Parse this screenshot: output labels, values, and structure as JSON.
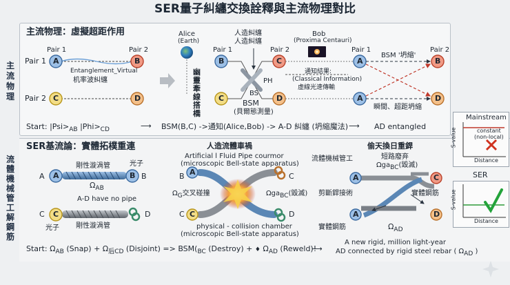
{
  "title": "SER量子糾纏交換詮釋與主流物理對比",
  "side_top": [
    "主",
    "流",
    "物",
    "理"
  ],
  "side_bottom": [
    "流",
    "體",
    "機",
    "械",
    "管",
    "工",
    "解",
    "鋼",
    "筋"
  ],
  "top": {
    "heading": "主流物理：虛擬超距作用",
    "pair1": "Pair 1",
    "pair2": "Pair 2",
    "pair1_b": "Pair 1",
    "pair2_b": "Pair 2",
    "pair1_c": "Pair 1",
    "pair2_c": "Pair 2",
    "node_a": "A",
    "node_b": "B",
    "node_c": "C",
    "node_d": "D",
    "ent_label": "Entanglement_Virtual",
    "ent_label2": "机率波糾纏",
    "alice": "Alice",
    "alice_sub": "(Earth)",
    "ghost_bridge": "幽靈牽線搭橋",
    "human_ent_1": "人造糾纏",
    "human_ent_2": "人造糾纏",
    "bs": "BS",
    "ph": "PH",
    "bsm": "BSM",
    "bsm_sub": "(貝爾態測量)",
    "bob": "Bob",
    "bob_sub": "(Proxima Centauri)",
    "notify_1": "通知結果:",
    "notify_2": "(Classical Information)",
    "notify_3": "虛線光速傳輸",
    "bsm_collapse": "BSM '坍縮'",
    "instant": "瞬間、超距坍縮",
    "start_line_1": "Start: |Psi>",
    "start_ab": "AB",
    "start_line_2": " |Phi>",
    "start_cd": "CD",
    "arrow1": "⟶",
    "mid_line": "BSM(B,C) ->通知(Alice,Bob) -> A-D 糾纏 (坍縮魔法)",
    "arrow2": "⟶",
    "end_line": "AD entangled"
  },
  "charts": {
    "mainstream_title": "Mainstream",
    "constant_1": "constant",
    "constant_2": "(non-local)",
    "ylabel": "S-value",
    "xlabel": "Distance",
    "ser_title": "SER",
    "ylabel2": "S-value",
    "xlabel2": "Distance"
  },
  "bottom": {
    "heading": "SER基流論：實體拓樸重連",
    "rigid_pipe_1": "剛性漩渦管",
    "photon_1": "光子",
    "omega_ab": "Ω",
    "omega_ab_sub": "AB",
    "no_pipe": "A-D have no pipe",
    "photon_2": "光子",
    "rigid_pipe_2": "剛性漩渦管",
    "node_a": "A",
    "node_b": "B",
    "node_c": "C",
    "node_d": "D",
    "artificial_title": "人造流體車禍",
    "artificial_1": "Artificial l Fluid Pipe courmor",
    "artificial_2": "(microscopic Bell-state apparatus)",
    "omega_g": "Ω",
    "omega_g_sub": "G",
    "omega_g_text": "交叉碰撞",
    "omega_gabc": "Ωga",
    "omega_gabc_sub": "BC",
    "omega_gabc_text": "(毀滅)",
    "physical_1": "physical - collision chamber",
    "physical_2": "(microscopic Bell-state apparatus)",
    "swap_title": "偷天換日重銲",
    "fluid_worker": "流體機械管工",
    "short_1": "短路廢弃",
    "short_2": "Ωga",
    "short_2_sub": "BC",
    "short_3": "(毀滅)",
    "cut_weld": "剪斷銲接術",
    "rebar_1": "實體鋼筋",
    "rebar_2": "實體鋼筋",
    "omega_ad": "Ω",
    "omega_ad_sub": "AD",
    "new_rigid_1": "A new rigid, million light-year",
    "new_rigid_2": "AD connected by rigid steel rebar ( Ω",
    "new_rigid_2_sub": "AD",
    "new_rigid_2_end": " )",
    "start_line": "Start: Ω",
    "s_ab": "AB",
    "s_snap": " (Snap) + Ω",
    "s_cd": "后CD",
    "s_disjoint": " (Disjoint) => BSM(",
    "s_bc": "BC",
    "s_destroy": " (Destroy) + ",
    "s_plus": "♦",
    "s_omega": " Ω",
    "s_ad": "AD",
    "s_reweld": " (Reweld)!",
    "s_arrow": "⟶"
  },
  "colors": {
    "node_blue": "#6b9fd6",
    "node_red": "#e06a4e",
    "node_yellow": "#e9c94a",
    "node_orange": "#e9a25a",
    "pipe_blue": "#5b87b5",
    "pipe_grey": "#8a8f95",
    "accent_red": "#c0392b",
    "accent_green": "#2e9b3a"
  },
  "icons": [
    "earth-icon",
    "galaxy-icon",
    "red-cross-icon",
    "green-check-icon",
    "sparkle-icon",
    "arrow-right-icon"
  ]
}
